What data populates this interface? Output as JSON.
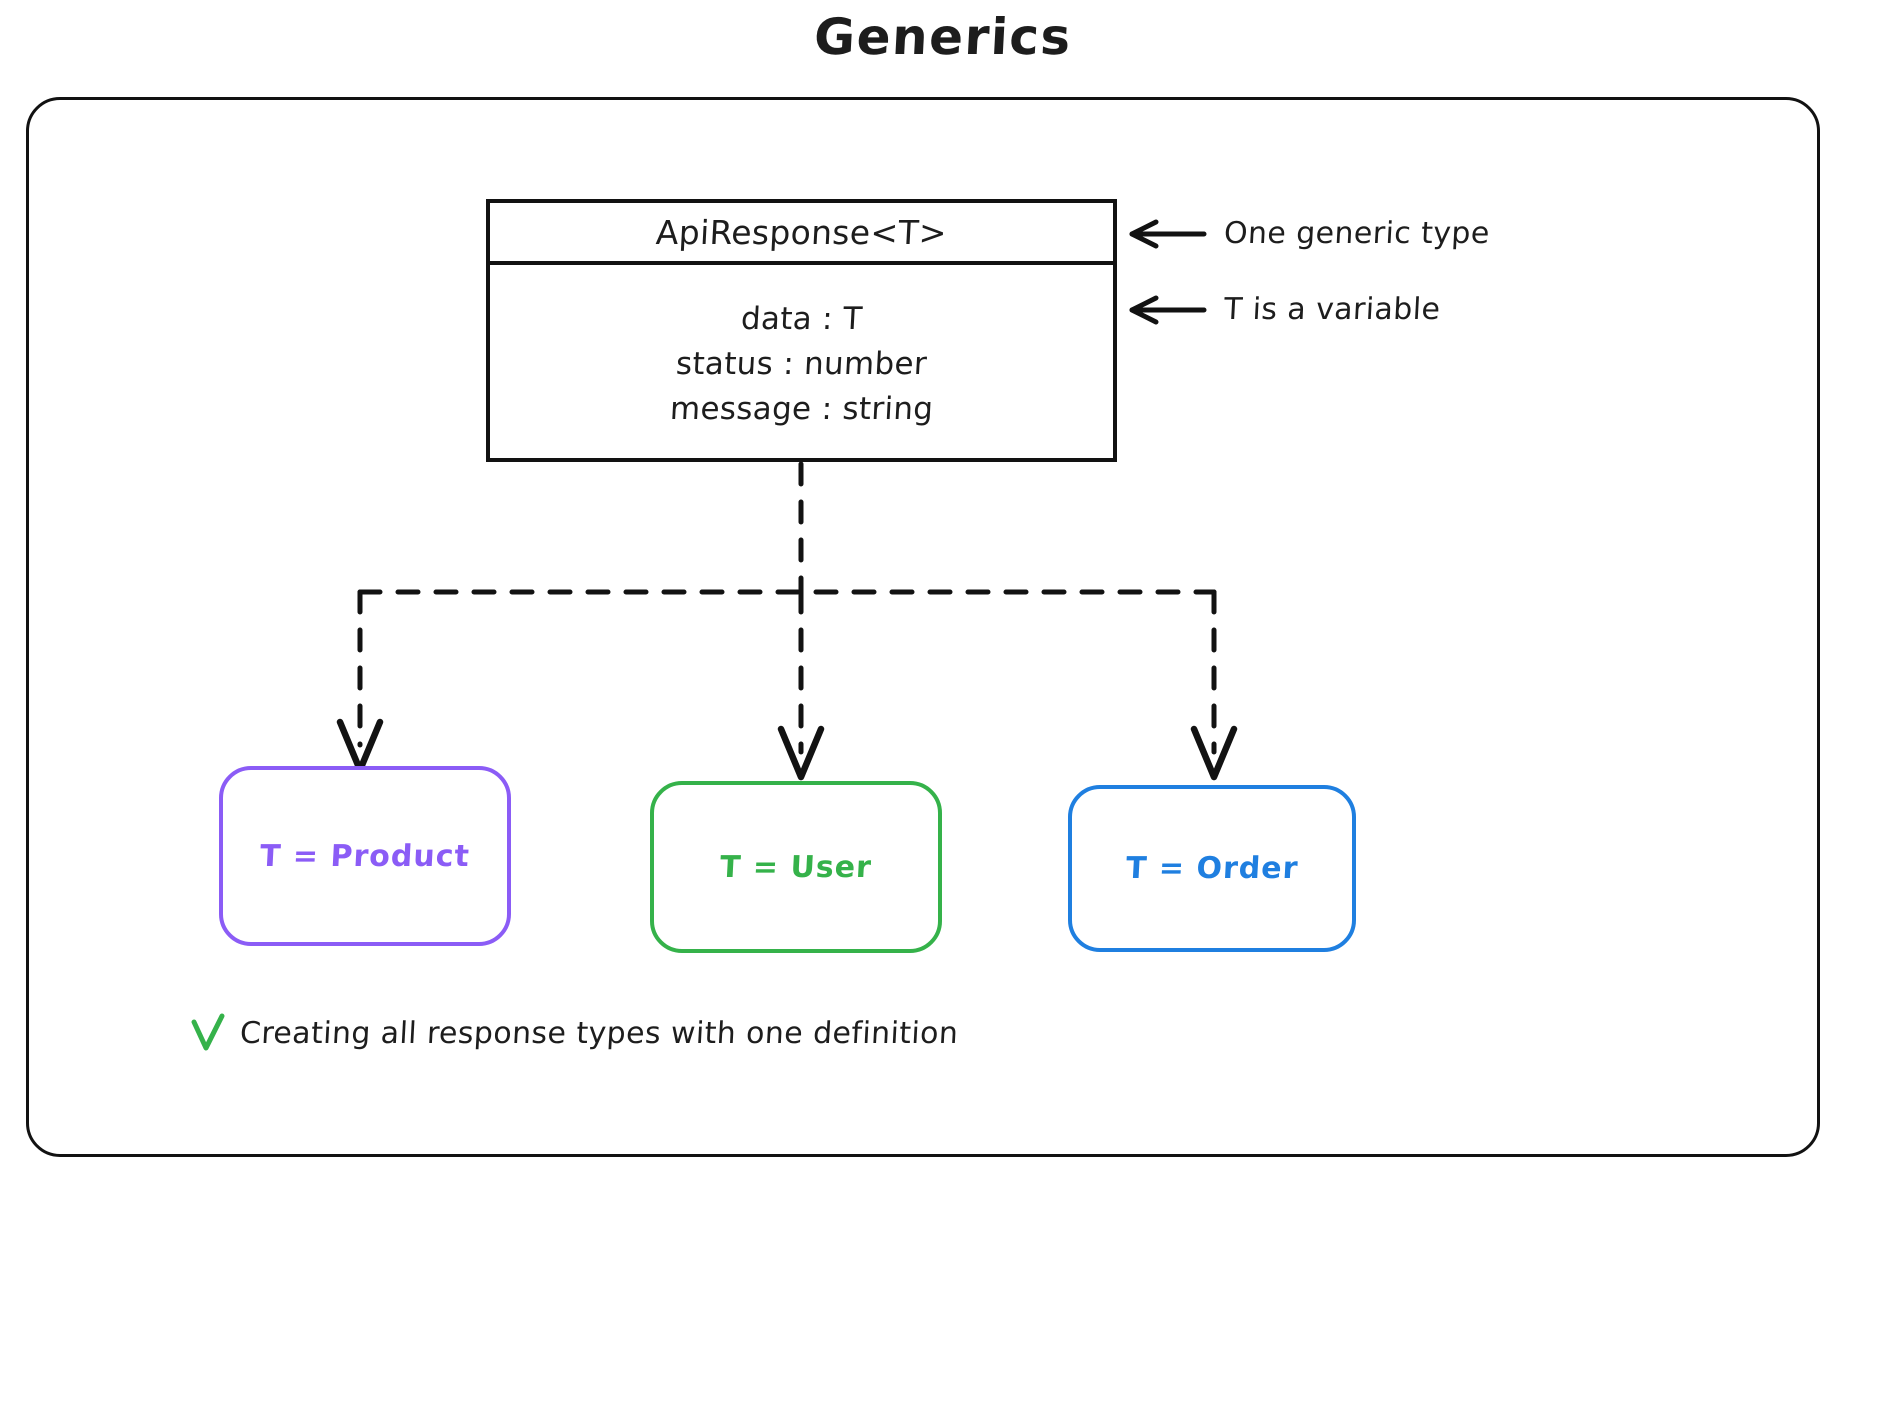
{
  "title": "Generics",
  "class_box": {
    "name": "ApiResponse<T>",
    "attributes": [
      "data : T",
      "status : number",
      "message : string"
    ]
  },
  "annotations": [
    {
      "id": "generic-type",
      "arrow": "left-arrow-icon",
      "text": "One generic type"
    },
    {
      "id": "t-variable",
      "arrow": "left-arrow-icon",
      "text": "T is a variable"
    }
  ],
  "leaf_boxes": [
    {
      "id": "product",
      "label": "T = Product",
      "color": "#8b5cf6"
    },
    {
      "id": "user",
      "label": "T = User",
      "color": "#35b24a"
    },
    {
      "id": "order",
      "label": "T = Order",
      "color": "#1f7fe0"
    }
  ],
  "footer": {
    "check_icon": "check-icon",
    "check_color": "#35b24a",
    "text": "Creating all response types with one definition"
  },
  "colors": {
    "ink": "#1d1d1d",
    "frame": "#121212",
    "purple": "#8b5cf6",
    "green": "#35b24a",
    "blue": "#1f7fe0",
    "background": "#ffffff"
  }
}
